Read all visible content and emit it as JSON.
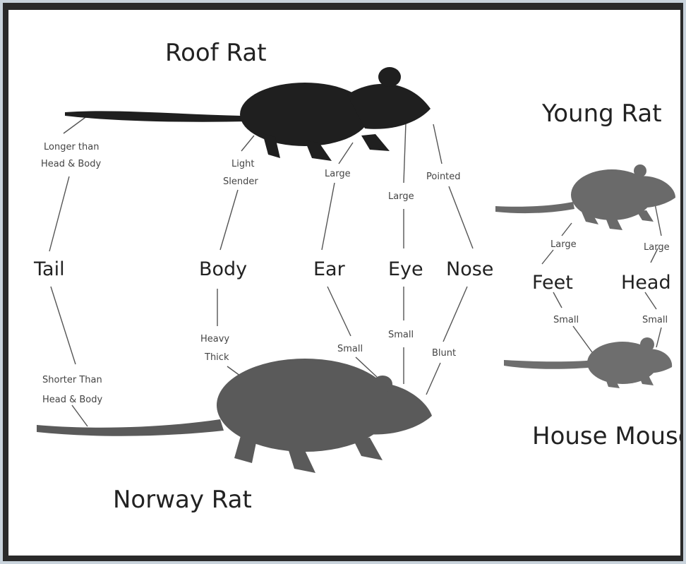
{
  "animals": {
    "roof_rat": "Roof Rat",
    "norway_rat": "Norway Rat",
    "young_rat": "Young Rat",
    "house_mouse": "House Mouse"
  },
  "features": {
    "tail": "Tail",
    "body": "Body",
    "ear": "Ear",
    "eye": "Eye",
    "nose": "Nose",
    "feet": "Feet",
    "head": "Head"
  },
  "roof_rat_traits": {
    "tail_1": "Longer than",
    "tail_2": "Head & Body",
    "body_1": "Light",
    "body_2": "Slender",
    "ear": "Large",
    "eye": "Large",
    "nose": "Pointed"
  },
  "norway_rat_traits": {
    "tail_1": "Shorter Than",
    "tail_2": "Head & Body",
    "body_1": "Heavy",
    "body_2": "Thick",
    "ear": "Small",
    "eye": "Small",
    "nose": "Blunt"
  },
  "young_rat_traits": {
    "feet": "Large",
    "head": "Large"
  },
  "house_mouse_traits": {
    "feet": "Small",
    "head": "Small"
  },
  "colors": {
    "roof_rat": "#1f1f1f",
    "norway_rat": "#5a5a5a",
    "young_rat": "#6a6a6a",
    "house_mouse": "#6e6e6e",
    "frame": "#2a2a2a",
    "background": "#ffffff"
  }
}
